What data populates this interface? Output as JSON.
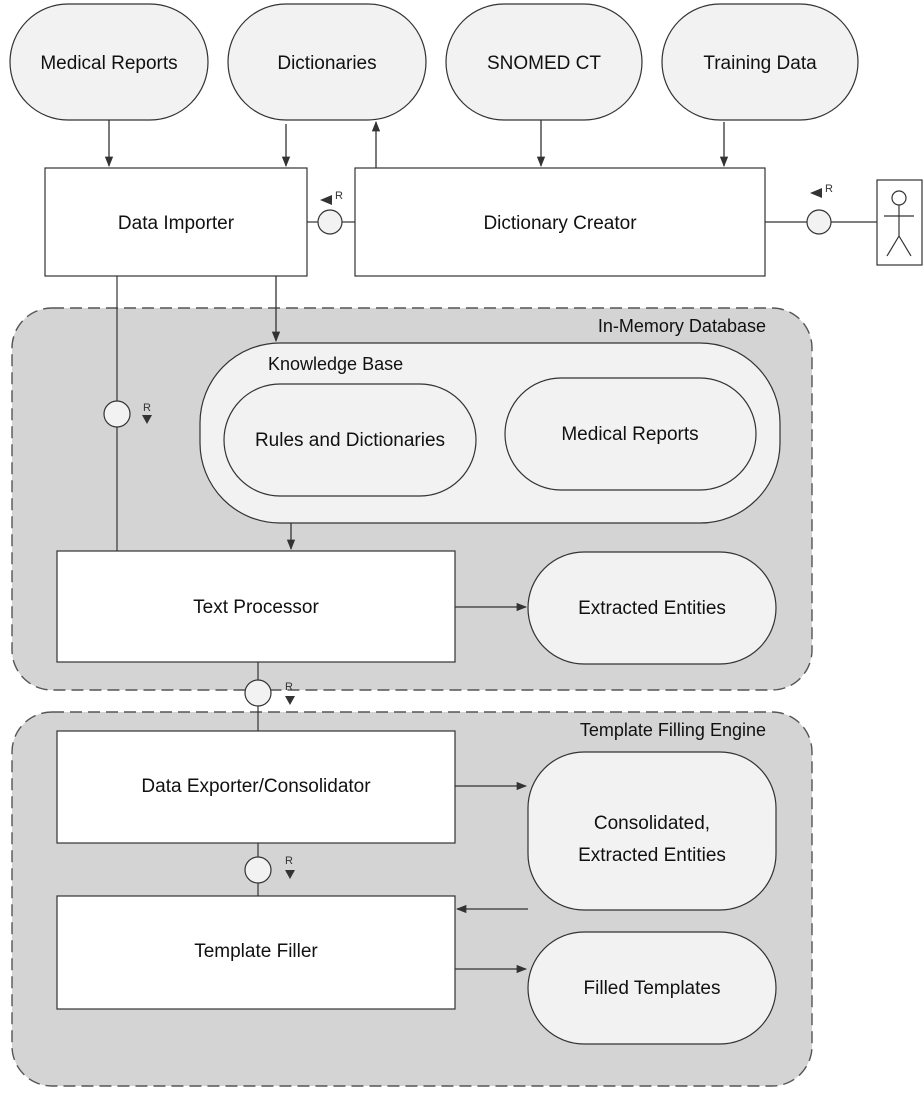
{
  "data_sources": {
    "medical_reports": "Medical Reports",
    "dictionaries": "Dictionaries",
    "snomed_ct": "SNOMED CT",
    "training_data": "Training Data"
  },
  "components": {
    "data_importer": "Data Importer",
    "dictionary_creator": "Dictionary Creator",
    "text_processor": "Text Processor",
    "data_exporter": "Data Exporter/Consolidator",
    "template_filler": "Template Filler"
  },
  "regions": {
    "in_memory_database": "In-Memory Database",
    "template_filling_engine": "Template Filling Engine"
  },
  "knowledge_base": {
    "title": "Knowledge Base",
    "rules_and_dictionaries": "Rules and Dictionaries",
    "medical_reports": "Medical Reports"
  },
  "stores": {
    "extracted_entities": "Extracted Entities",
    "consolidated_line1": "Consolidated,",
    "consolidated_line2": "Extracted Entities",
    "filled_templates": "Filled Templates"
  },
  "channel_label": "R",
  "colors": {
    "region_fill": "#d4d4d4",
    "kb_fill": "#f2f2f2",
    "store_fill": "#f2f2f2",
    "box_fill": "#ffffff",
    "stroke": "#333333"
  }
}
